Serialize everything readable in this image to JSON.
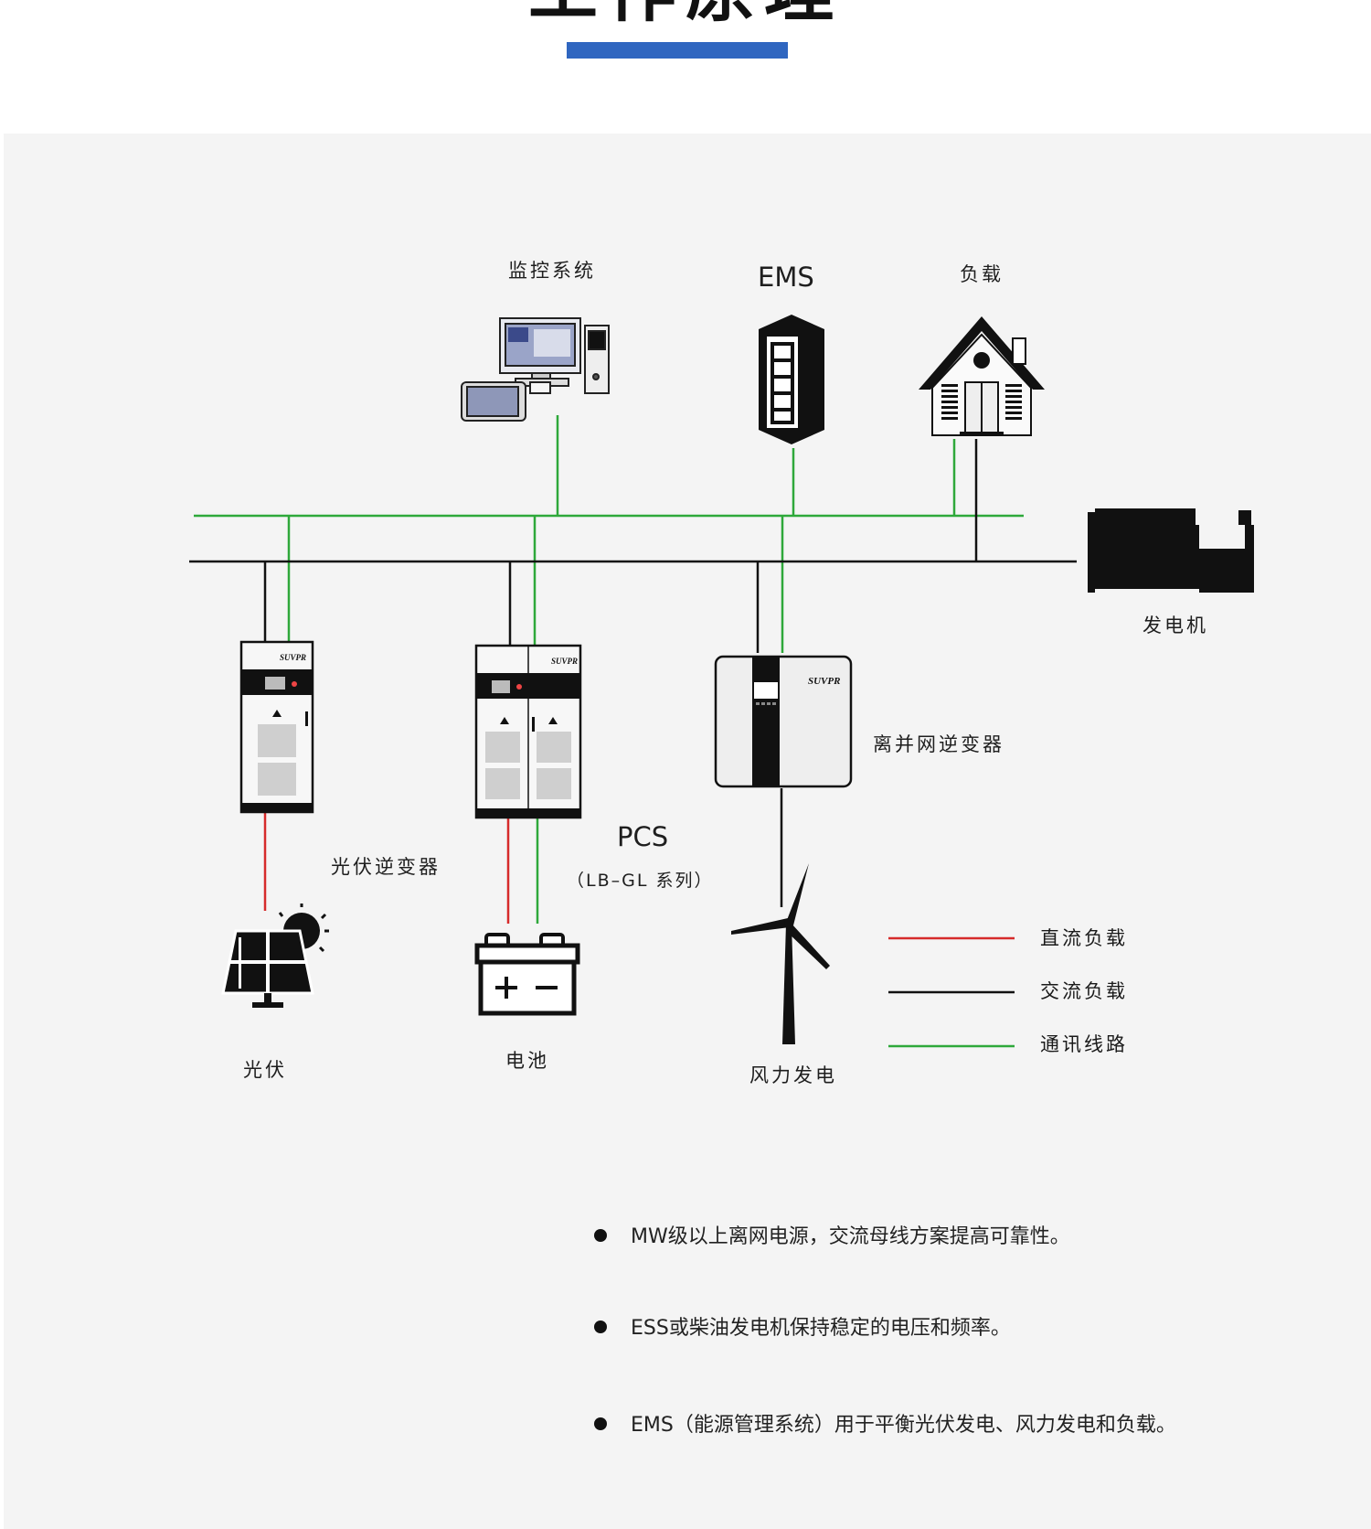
{
  "header": {
    "title": "工作原理",
    "accent_color": "#2f66c0"
  },
  "nodes": {
    "monitoring": "监控系统",
    "ems": "EMS",
    "load": "负载",
    "generator": "发电机",
    "pv_inverter": "光伏逆变器",
    "pcs": "PCS",
    "pcs_series": "（LB–GL 系列）",
    "hybrid_inverter": "离并网逆变器",
    "pv": "光伏",
    "battery": "电池",
    "wind": "风力发电"
  },
  "brand": "SUVPR",
  "legend": [
    {
      "label": "直流负载",
      "color": "#d62b2b"
    },
    {
      "label": "交流负载",
      "color": "#111111"
    },
    {
      "label": "通讯线路",
      "color": "#2ea83a"
    }
  ],
  "bullets": [
    "MW级以上离网电源，交流母线方案提高可靠性。",
    "ESS或柴油发电机保持稳定的电压和频率。",
    "EMS（能源管理系统）用于平衡光伏发电、风力发电和负载。"
  ]
}
